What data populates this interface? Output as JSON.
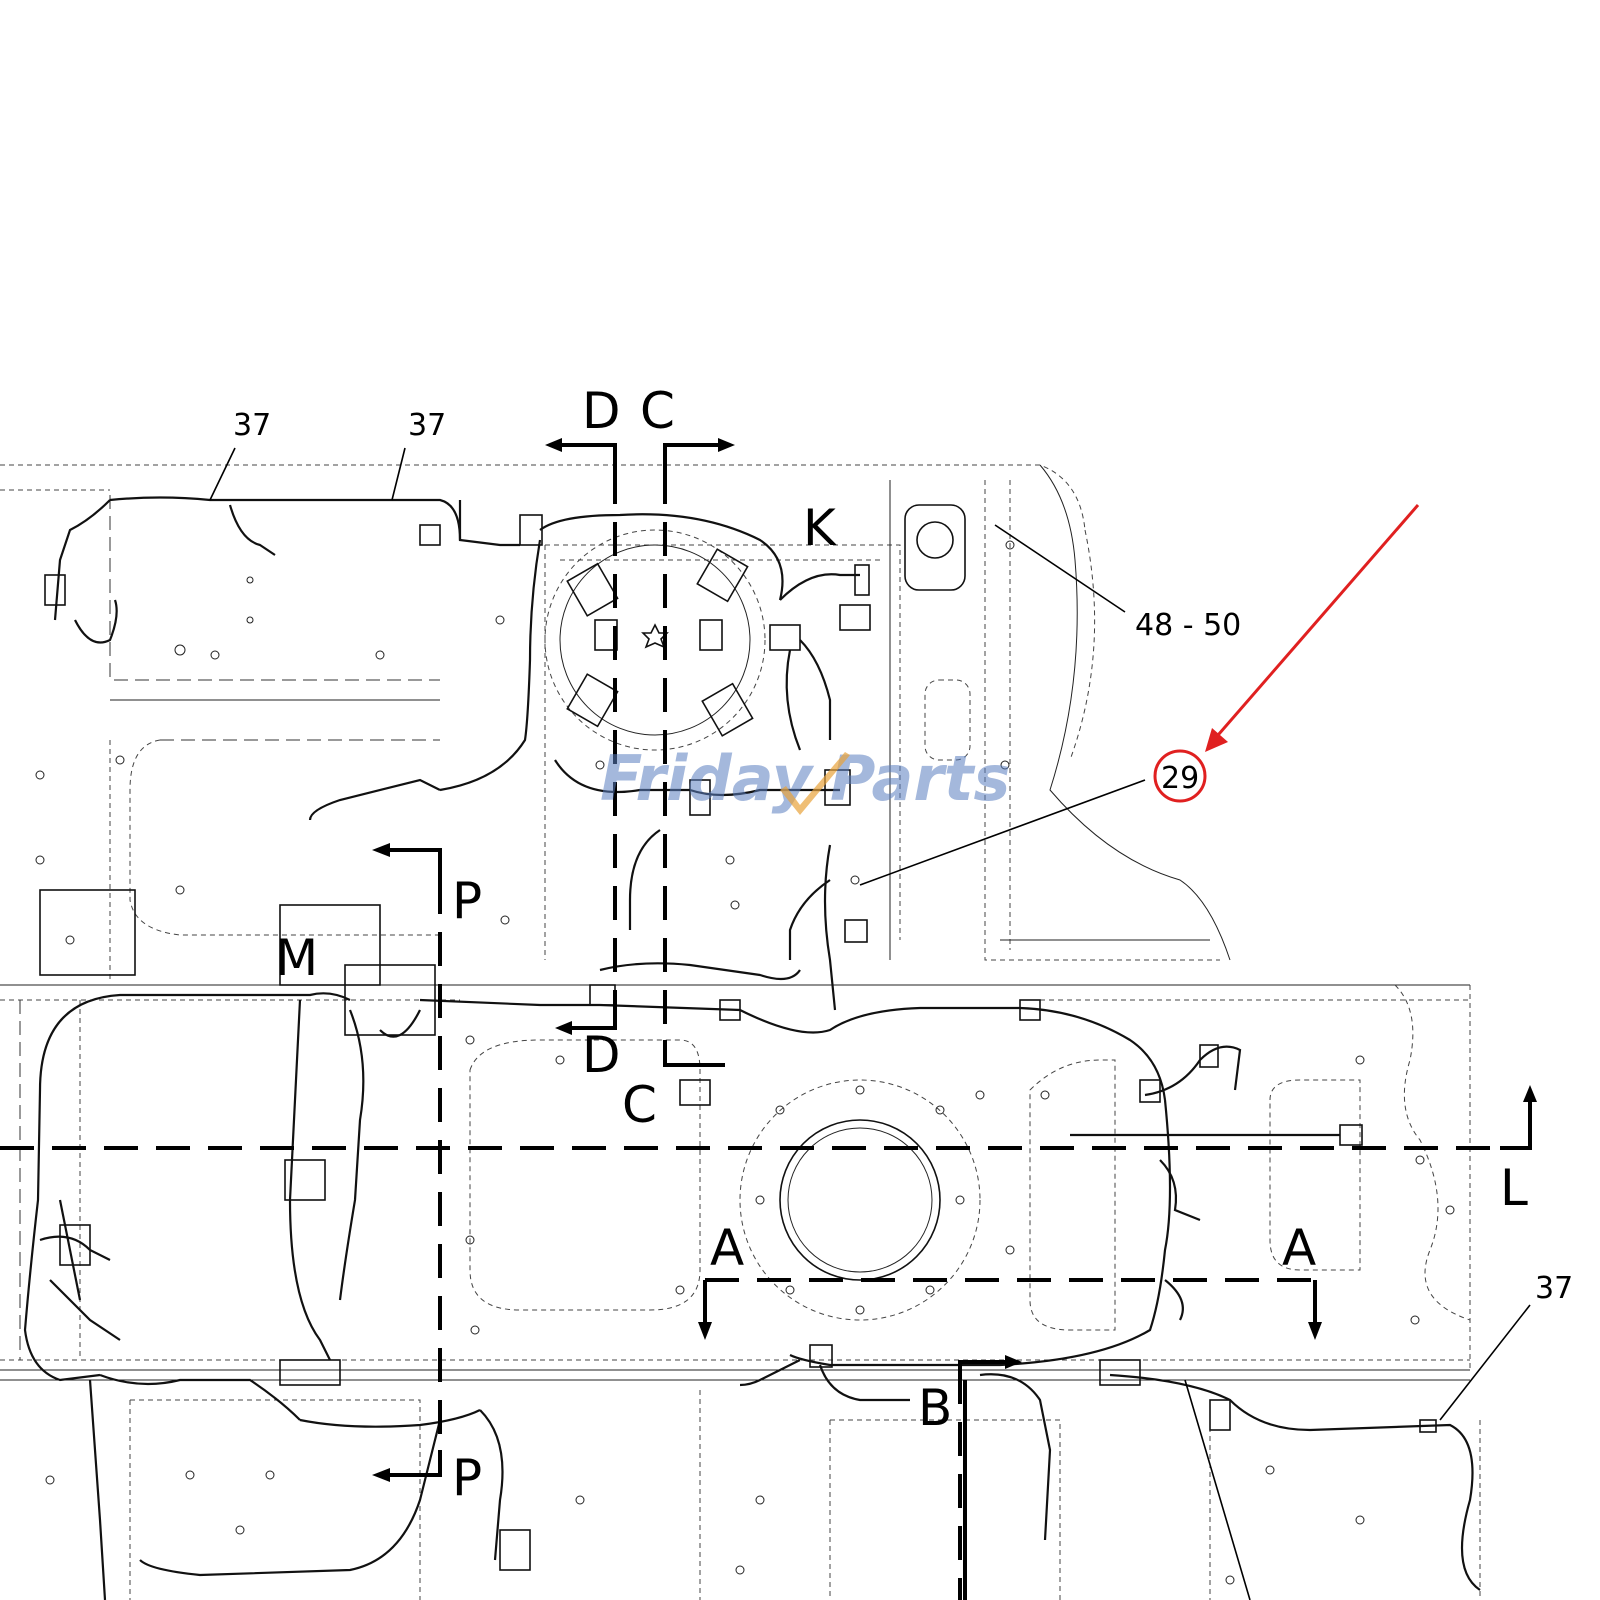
{
  "diagram": {
    "section_markers": {
      "d_top": "D",
      "c_top": "C",
      "k": "K",
      "p_top": "P",
      "m": "M",
      "d_bottom": "D",
      "c_bottom": "C",
      "l": "L",
      "a_left": "A",
      "a_right": "A",
      "b": "B",
      "p_bottom": "P"
    },
    "callouts": {
      "c37_a": "37",
      "c37_b": "37",
      "c37_c": "37",
      "c48_50": "48 - 50",
      "c29": "29"
    },
    "highlight": {
      "circled_callout": "29",
      "annotation_color": "#e02020"
    },
    "watermark": {
      "word1": "Friday",
      "word2": "Parts"
    }
  }
}
